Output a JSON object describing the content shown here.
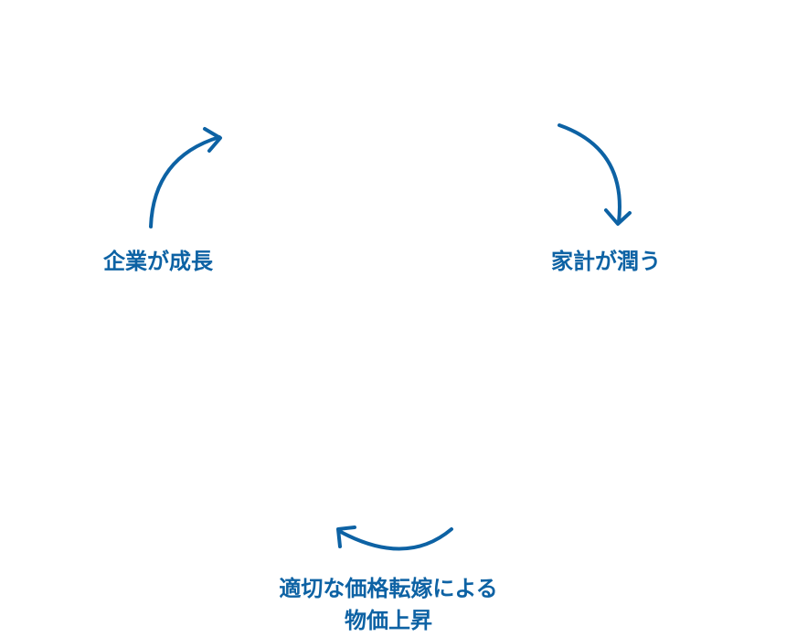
{
  "colors": {
    "accent": "#0d62a4"
  },
  "cycle": {
    "nodes": [
      {
        "id": "company-growth",
        "label": "企業が成長"
      },
      {
        "id": "household-prosper",
        "label": "家計が潤う"
      },
      {
        "id": "price-rise",
        "label_lines": [
          "適切な価格転嫁による",
          "物価上昇"
        ]
      }
    ],
    "direction": "clockwise"
  }
}
